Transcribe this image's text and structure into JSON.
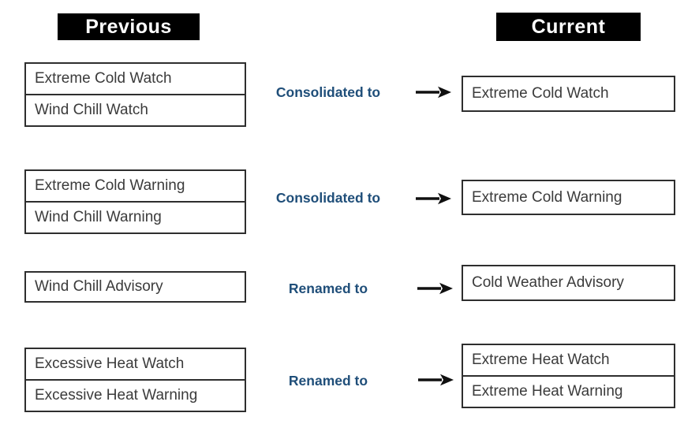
{
  "diagram": {
    "title_previous": "Previous",
    "title_current": "Current",
    "rows": [
      {
        "previous": [
          "Extreme Cold Watch",
          "Wind Chill Watch"
        ],
        "action": "Consolidated to",
        "current": [
          "Extreme Cold Watch"
        ]
      },
      {
        "previous": [
          "Extreme Cold Warning",
          "Wind Chill Warning"
        ],
        "action": "Consolidated to",
        "current": [
          "Extreme Cold Warning"
        ]
      },
      {
        "previous": [
          "Wind Chill Advisory"
        ],
        "action": "Renamed to",
        "current": [
          "Cold Weather Advisory"
        ]
      },
      {
        "previous": [
          "Excessive Heat Watch",
          "Excessive Heat Warning"
        ],
        "action": "Renamed to",
        "current": [
          "Extreme Heat Watch",
          "Extreme Heat Warning"
        ]
      }
    ],
    "colors": {
      "header_bg": "#000000",
      "header_text": "#ffffff",
      "action_text": "#1f4e79",
      "box_border": "#2e2e2e",
      "box_text": "#3b3b3b",
      "arrow": "#101010"
    }
  }
}
